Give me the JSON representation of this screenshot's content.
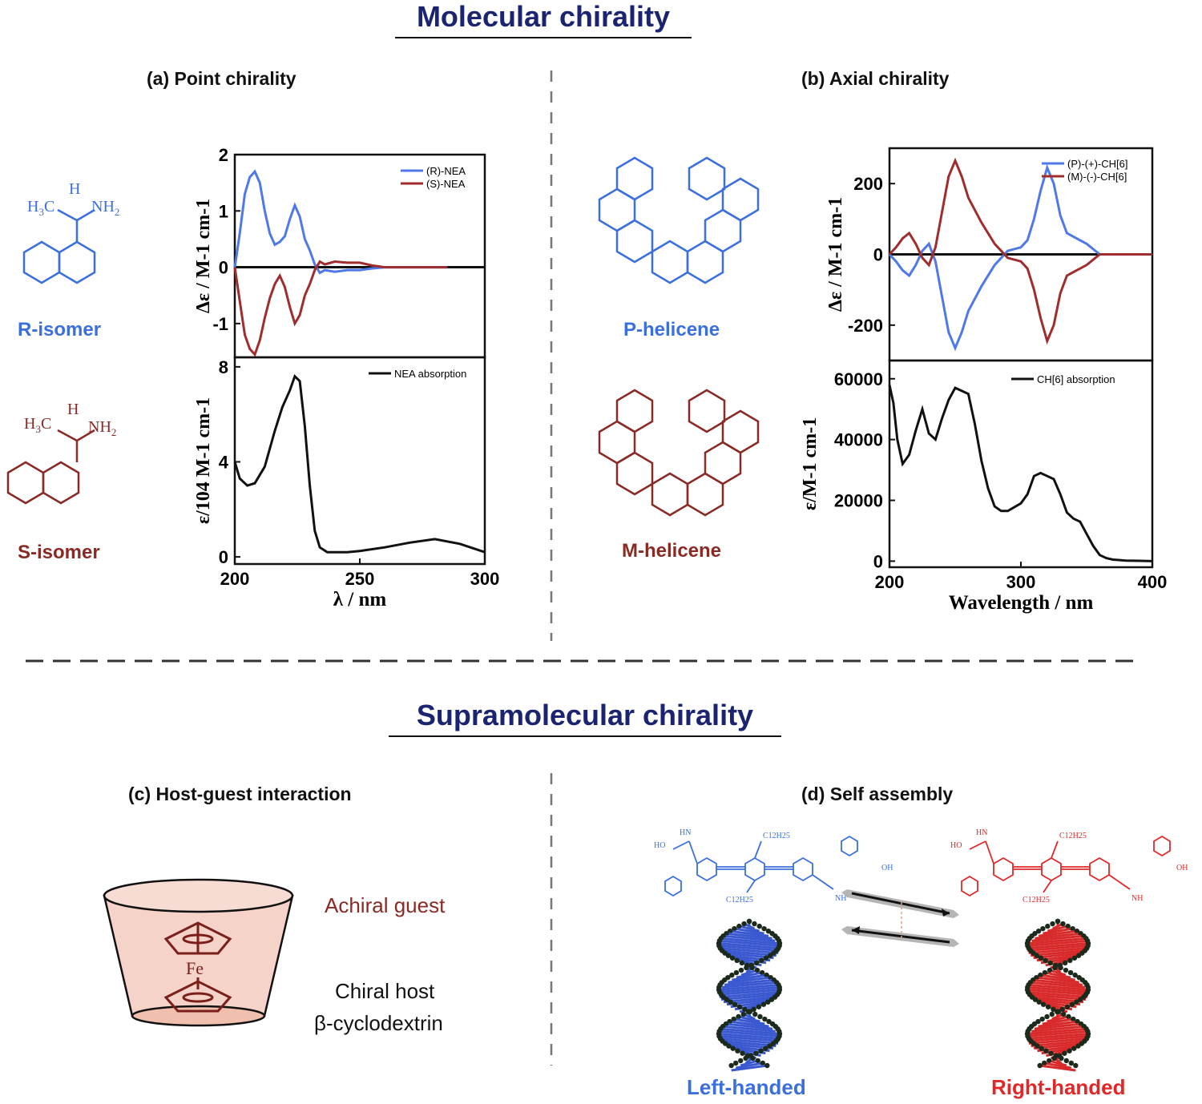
{
  "molecular_title": "Molecular chirality",
  "supramolecular_title": "Supramolecular chirality",
  "panels": {
    "a": "(a) Point chirality",
    "b": "(b) Axial chirality",
    "c": "(c) Host-guest interaction",
    "d": "(d) Self assembly"
  },
  "molecules": {
    "r_isomer": "R-isomer",
    "s_isomer": "S-isomer",
    "p_helicene": "P-helicene",
    "m_helicene": "M-helicene",
    "h3c": "H3C",
    "h": "H",
    "nh2": "NH2"
  },
  "host_guest": {
    "guest": "Achiral guest",
    "host_line1": "Chiral host",
    "host_line2": "β-cyclodextrin",
    "fe": "Fe"
  },
  "self_assembly": {
    "left": "Left-handed",
    "right": "Right-handed"
  },
  "colors": {
    "blue": "#3b6fe0",
    "brown": "#8a2a25",
    "red": "#e02828",
    "navy": "#1a2470"
  },
  "chart_data": [
    {
      "type": "line",
      "panel": "a-top",
      "ylabel": "Δε / M-1 cm-1",
      "ylim": [
        -1.6,
        2
      ],
      "xlim": [
        200,
        300
      ],
      "yticks": [
        "2",
        "1",
        "0",
        "-1"
      ],
      "series": [
        {
          "name": "(R)-NEA",
          "color": "#4f78e8",
          "x": [
            200,
            202,
            204,
            206,
            208,
            210,
            212,
            214,
            216,
            218,
            220,
            222,
            224,
            226,
            228,
            230,
            232,
            234,
            236,
            240,
            245,
            250,
            255,
            260,
            270,
            280,
            285
          ],
          "y": [
            0,
            0.6,
            1.3,
            1.6,
            1.7,
            1.5,
            1.0,
            0.6,
            0.4,
            0.45,
            0.55,
            0.85,
            1.1,
            0.9,
            0.5,
            0.3,
            0.05,
            -0.1,
            -0.05,
            -0.08,
            -0.05,
            -0.05,
            -0.02,
            0,
            0,
            0,
            0
          ]
        },
        {
          "name": "(S)-NEA",
          "color": "#a02d2d",
          "x": [
            200,
            202,
            204,
            206,
            208,
            210,
            212,
            214,
            216,
            218,
            220,
            222,
            224,
            226,
            228,
            230,
            232,
            234,
            236,
            240,
            245,
            250,
            255,
            260,
            270,
            280,
            285
          ],
          "y": [
            0,
            -0.6,
            -1.2,
            -1.45,
            -1.55,
            -1.3,
            -0.9,
            -0.55,
            -0.3,
            -0.15,
            -0.35,
            -0.7,
            -1.0,
            -0.85,
            -0.5,
            -0.3,
            -0.05,
            0.1,
            0.05,
            0.1,
            0.08,
            0.08,
            0.03,
            0,
            0,
            0,
            0
          ]
        }
      ]
    },
    {
      "type": "line",
      "panel": "a-bottom",
      "ylabel": "ε/104 M-1 cm-1",
      "xlabel": "λ / nm",
      "ylim": [
        -0.3,
        8.4
      ],
      "xlim": [
        200,
        300
      ],
      "yticks": [
        "8",
        "4",
        "0"
      ],
      "xticks": [
        "200",
        "250",
        "300"
      ],
      "series": [
        {
          "name": "NEA absorption",
          "color": "#111111",
          "x": [
            200,
            202,
            205,
            208,
            212,
            216,
            219,
            222,
            224,
            226,
            228,
            230,
            232,
            234,
            237,
            240,
            245,
            250,
            260,
            270,
            280,
            290,
            300
          ],
          "y": [
            4.0,
            3.3,
            3.0,
            3.1,
            3.8,
            5.3,
            6.3,
            7.0,
            7.6,
            7.4,
            5.5,
            3.0,
            1.1,
            0.4,
            0.2,
            0.2,
            0.2,
            0.25,
            0.4,
            0.6,
            0.75,
            0.55,
            0.2
          ]
        }
      ]
    },
    {
      "type": "line",
      "panel": "b-top",
      "ylabel": "Δε / M-1 cm-1",
      "ylim": [
        -300,
        300
      ],
      "xlim": [
        200,
        400
      ],
      "yticks": [
        "200",
        "0",
        "-200"
      ],
      "series": [
        {
          "name": "(P)-(+)-CH[6]",
          "color": "#4f78e8",
          "x": [
            200,
            205,
            210,
            215,
            220,
            225,
            230,
            235,
            240,
            245,
            250,
            255,
            260,
            270,
            280,
            290,
            300,
            305,
            310,
            315,
            320,
            325,
            330,
            335,
            340,
            350,
            360,
            370,
            380,
            400
          ],
          "y": [
            0,
            -20,
            -45,
            -60,
            -30,
            10,
            30,
            -20,
            -120,
            -220,
            -265,
            -220,
            -160,
            -90,
            -30,
            10,
            20,
            40,
            100,
            180,
            245,
            200,
            110,
            60,
            50,
            30,
            0,
            0,
            0,
            0
          ]
        },
        {
          "name": "(M)-(-)-CH[6]",
          "color": "#a02d2d",
          "x": [
            200,
            205,
            210,
            215,
            220,
            225,
            230,
            235,
            240,
            245,
            250,
            255,
            260,
            270,
            280,
            290,
            300,
            305,
            310,
            315,
            320,
            325,
            330,
            335,
            340,
            350,
            360,
            370,
            380,
            400
          ],
          "y": [
            0,
            20,
            45,
            60,
            30,
            -10,
            -30,
            20,
            120,
            220,
            265,
            220,
            160,
            90,
            30,
            -10,
            -20,
            -40,
            -100,
            -180,
            -245,
            -200,
            -110,
            -60,
            -50,
            -30,
            0,
            0,
            0,
            0
          ]
        }
      ]
    },
    {
      "type": "line",
      "panel": "b-bottom",
      "ylabel": "ε/M-1 cm-1",
      "xlabel": "Wavelength / nm",
      "ylim": [
        -2000,
        66000
      ],
      "xlim": [
        200,
        400
      ],
      "yticks": [
        "60000",
        "40000",
        "20000",
        "0"
      ],
      "xticks": [
        "200",
        "300",
        "400"
      ],
      "series": [
        {
          "name": "CH[6] absorption",
          "color": "#111111",
          "x": [
            200,
            203,
            206,
            210,
            215,
            220,
            225,
            230,
            235,
            240,
            245,
            250,
            255,
            260,
            265,
            270,
            275,
            280,
            285,
            290,
            300,
            305,
            310,
            315,
            320,
            325,
            330,
            335,
            340,
            345,
            350,
            355,
            360,
            365,
            370,
            380,
            390,
            400
          ],
          "y": [
            58000,
            52000,
            40000,
            32000,
            35000,
            43000,
            50000,
            42000,
            40000,
            47000,
            53000,
            57000,
            56000,
            55000,
            45000,
            33000,
            24000,
            18000,
            16500,
            16500,
            19000,
            22000,
            28000,
            29000,
            28000,
            27000,
            22000,
            16000,
            14000,
            13000,
            9000,
            5000,
            2000,
            1000,
            500,
            200,
            100,
            0
          ]
        }
      ]
    }
  ]
}
